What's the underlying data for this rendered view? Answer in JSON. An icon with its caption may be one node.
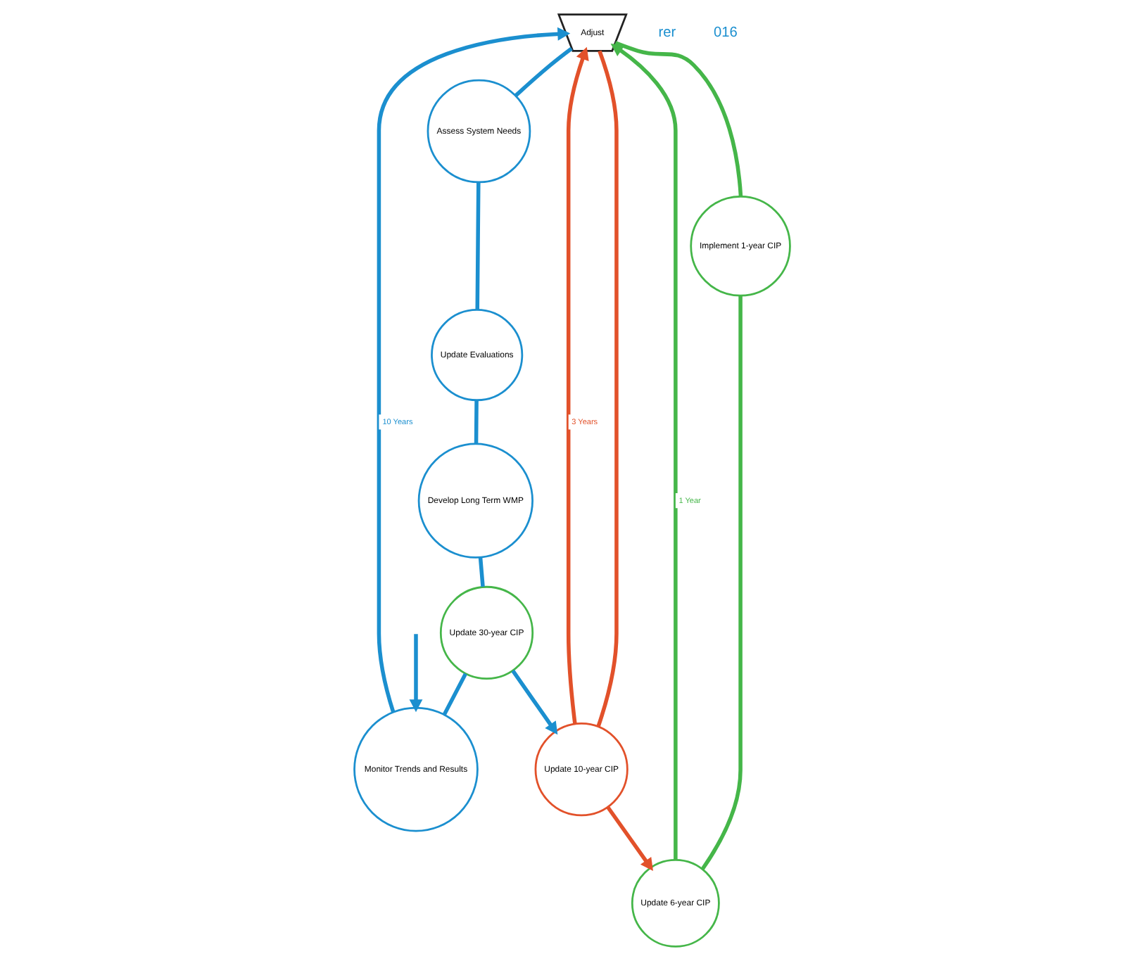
{
  "diagram": {
    "nodes": [
      {
        "text": [
          "Adjust"
        ]
      },
      {
        "text": [
          "Monitor Trends and Results"
        ]
      },
      {
        "text": [
          "Assess System Needs"
        ]
      },
      {
        "text": [
          "Update Evaluations"
        ]
      },
      {
        "text": [
          "Develop Long Term WMP"
        ]
      },
      {
        "text": [
          "Update 30-year CIP"
        ]
      },
      {
        "text": [
          "Update 10-year CIP"
        ]
      },
      {
        "text": [
          "Update 6-year CIP"
        ]
      },
      {
        "text": [
          "Implement 1-year CIP"
        ]
      }
    ],
    "edges": [
      {
        "from": 0,
        "to": 2,
        "arrow": "none"
      },
      {
        "from": 2,
        "to": 3,
        "arrow": "none"
      },
      {
        "from": 3,
        "to": 4,
        "arrow": "none"
      },
      {
        "from": 4,
        "to": 5,
        "arrow": "none"
      },
      {
        "from": 5,
        "to": 1,
        "arrow": "none"
      },
      {
        "from": 1,
        "to": 0,
        "arrow": "to",
        "label": "10 Years"
      },
      {
        "from": 5,
        "to": 6,
        "arrow": "to"
      },
      {
        "from": 0,
        "to": 6,
        "arrow": "none",
        "color": "#e2512a"
      },
      {
        "from": 6,
        "to": 0,
        "arrow": "to",
        "label": "3 Years",
        "color": "#e2512a"
      },
      {
        "from": 6,
        "to": 7,
        "arrow": "to",
        "color": "#e2512a"
      },
      {
        "from": 0,
        "to": 8,
        "arrow": "none",
        "color": "#45b649"
      },
      {
        "from": 8,
        "to": 7,
        "arrow": "none",
        "color": "#45b649"
      },
      {
        "from": 7,
        "to": 0,
        "arrow": "to",
        "label": "1 Year",
        "color": "#45b649"
      },
      {
        "from": null,
        "to": 1,
        "arrow": "to"
      }
    ],
    "labels": [
      "rer",
      "016"
    ]
  }
}
